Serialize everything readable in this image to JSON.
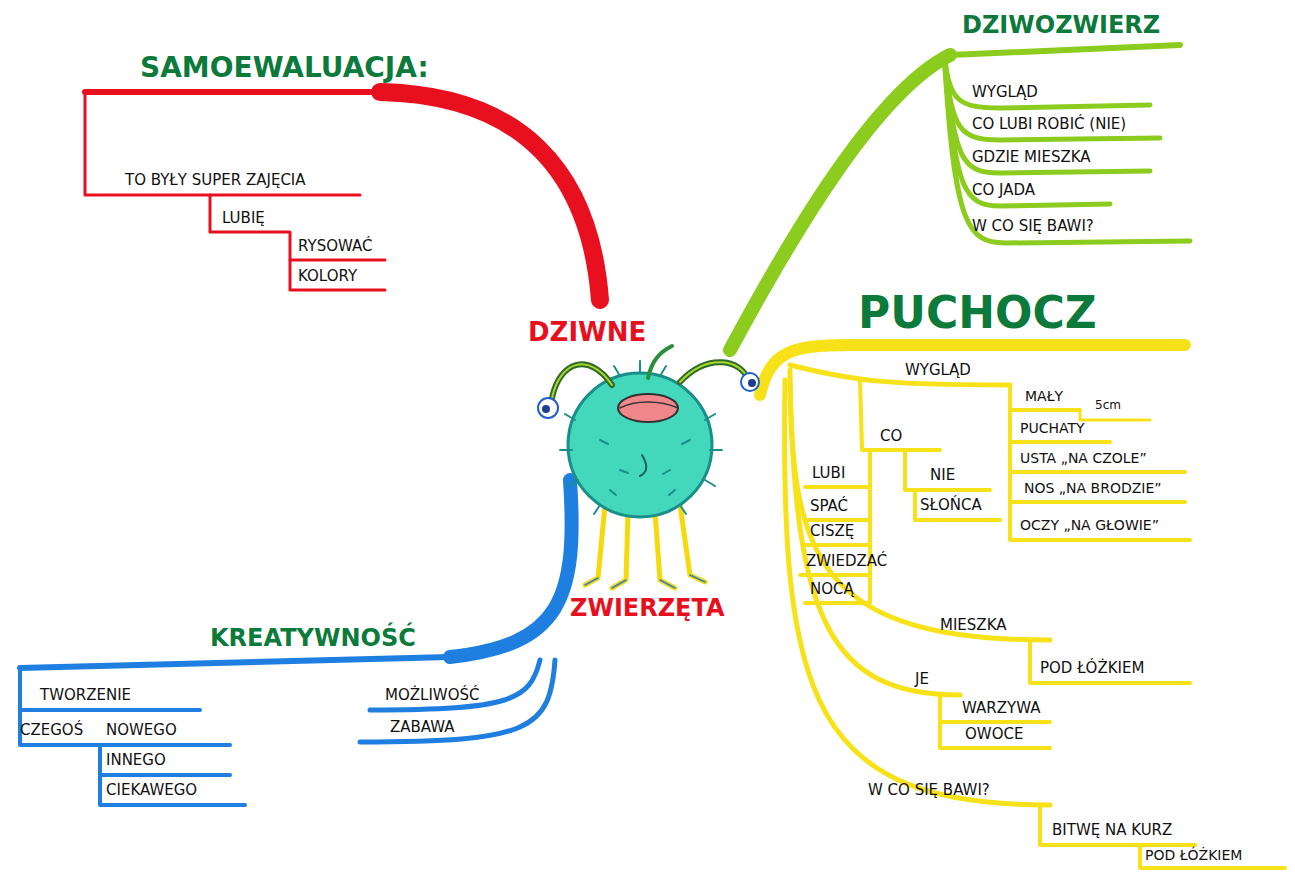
{
  "diagram": {
    "labels": [
      "SAMOEWALUACJA:",
      "TO BYŁY SUPER ZAJĘCIA",
      "LUBIĘ",
      "RYSOWAĆ",
      "KOLORY",
      "DZIWOZWIERZ",
      "WYGLĄD",
      "CO LUBI ROBIĆ (NIE)",
      "GDZIE MIESZKA",
      "CO JADA",
      "W CO SIĘ BAWI?",
      "DZIWNE",
      "ZWIERZĘTA",
      "PUCHOCZ",
      "WYGLĄD",
      "MAŁY",
      "5cm",
      "PUCHATY",
      "USTA „NA CZOLE”",
      "NOS „NA BRODZIE”",
      "OCZY „NA GŁOWIE”",
      "CO",
      "LUBI",
      "NIE",
      "SPAĆ",
      "SŁOŃCA",
      "CISZĘ",
      "ZWIEDZAĆ",
      "NOCĄ",
      "MIESZKA",
      "POD ŁÓŻKIEM",
      "JE",
      "WARZYWA",
      "OWOCE",
      "W CO SIĘ BAWI?",
      "BITWĘ NA KURZ",
      "POD ŁÓŻKIEM",
      "KREATYWNOŚĆ",
      "TWORZENIE",
      "CZEGOŚ",
      "NOWEGO",
      "INNEGO",
      "CIEKAWEGO",
      "MOŻLIWOŚĆ",
      "ZABAWA"
    ]
  }
}
